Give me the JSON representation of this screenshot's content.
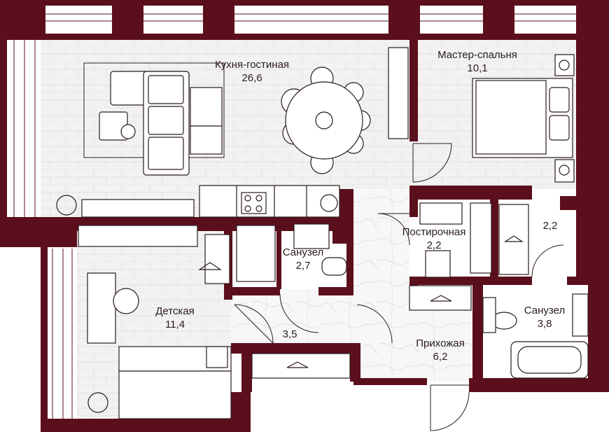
{
  "colors": {
    "wall": "#5b0f1d",
    "floor_tile": "#f3f3f3",
    "line": "#2a1a1d",
    "background": "#ffffff"
  },
  "rooms": [
    {
      "id": "kitchen-living",
      "name": "Кухня-гостиная",
      "area": "26,6"
    },
    {
      "id": "master-bedroom",
      "name": "Мастер-спальня",
      "area": "10,1"
    },
    {
      "id": "laundry",
      "name": "Постирочная",
      "area": "2,2"
    },
    {
      "id": "closet",
      "name": "",
      "area": "2,2"
    },
    {
      "id": "bathroom-1",
      "name": "Санузел",
      "area": "2,7"
    },
    {
      "id": "kids-room",
      "name": "Детская",
      "area": "11,4"
    },
    {
      "id": "hall-corridor",
      "name": "",
      "area": "3,5"
    },
    {
      "id": "entrance-hall",
      "name": "Прихожая",
      "area": "6,2"
    },
    {
      "id": "bathroom-2",
      "name": "Санузел",
      "area": "3,8"
    }
  ],
  "icons": [
    "sofa-icon",
    "dining-table-icon",
    "double-bed-icon",
    "single-bed-icon",
    "desk-icon",
    "office-chair-icon",
    "wardrobe-icon",
    "hanger-icon",
    "toilet-icon",
    "sink-icon",
    "bathtub-icon",
    "shower-icon",
    "washing-machine-icon",
    "fridge-icon",
    "stove-icon",
    "dishwasher-icon",
    "kitchen-sink-icon",
    "plant-icon",
    "tv-icon",
    "nightstand-icon"
  ]
}
